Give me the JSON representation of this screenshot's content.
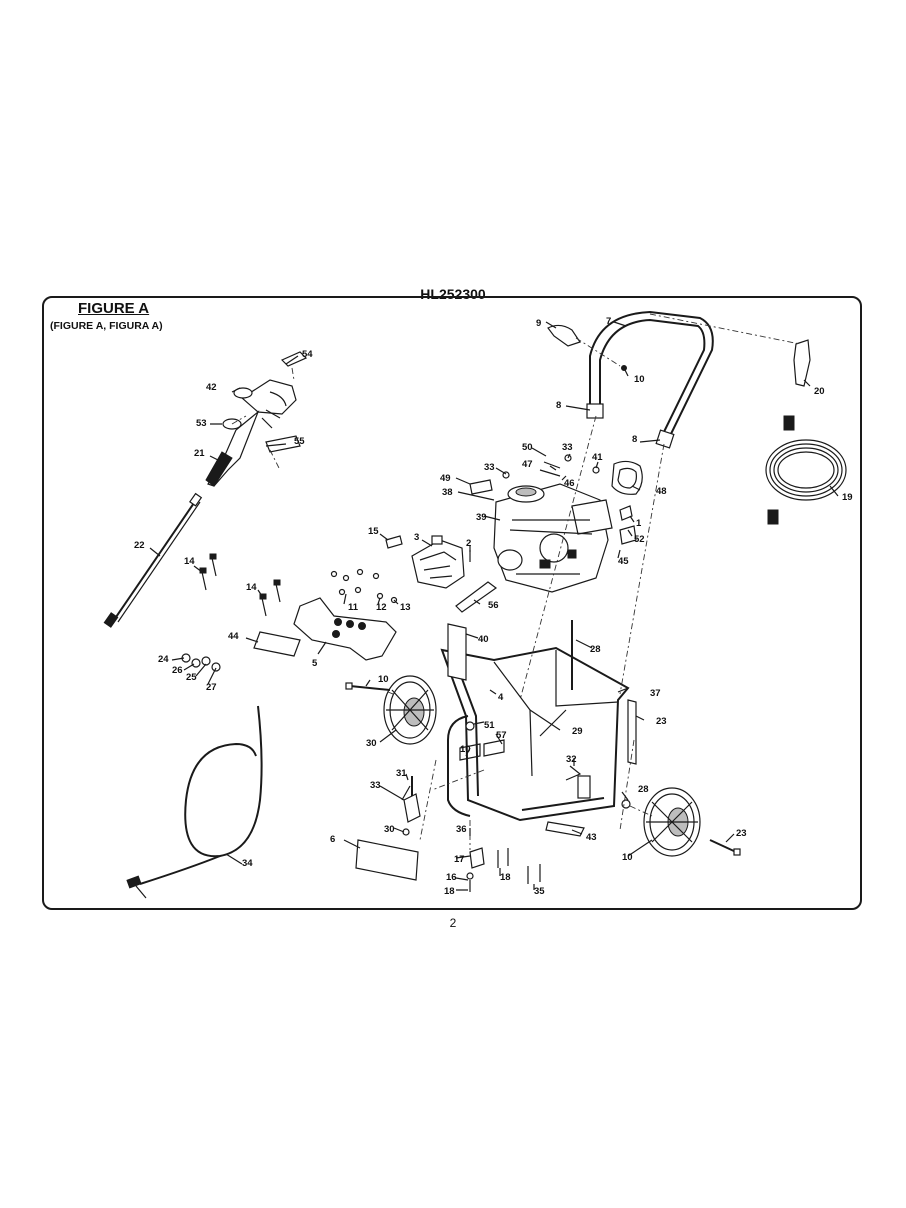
{
  "model": "HL252300",
  "figure_title": "FIGURE A",
  "figure_subtitle": "(FIGURE A, FIGURA A)",
  "page_number": "2",
  "callouts": [
    "54",
    "42",
    "53",
    "55",
    "21",
    "22",
    "14",
    "14",
    "44",
    "24",
    "26",
    "25",
    "27",
    "15",
    "3",
    "2",
    "11",
    "12",
    "13",
    "5",
    "9",
    "7",
    "10",
    "8",
    "8",
    "20",
    "19",
    "50",
    "33",
    "33",
    "41",
    "47",
    "46",
    "49",
    "38",
    "48",
    "1",
    "39",
    "52",
    "45",
    "56",
    "40",
    "28",
    "10",
    "4",
    "37",
    "23",
    "30",
    "51",
    "57",
    "10",
    "29",
    "32",
    "31",
    "33",
    "30",
    "28",
    "23",
    "10",
    "36",
    "43",
    "6",
    "17",
    "16",
    "18",
    "18",
    "35",
    "34"
  ]
}
